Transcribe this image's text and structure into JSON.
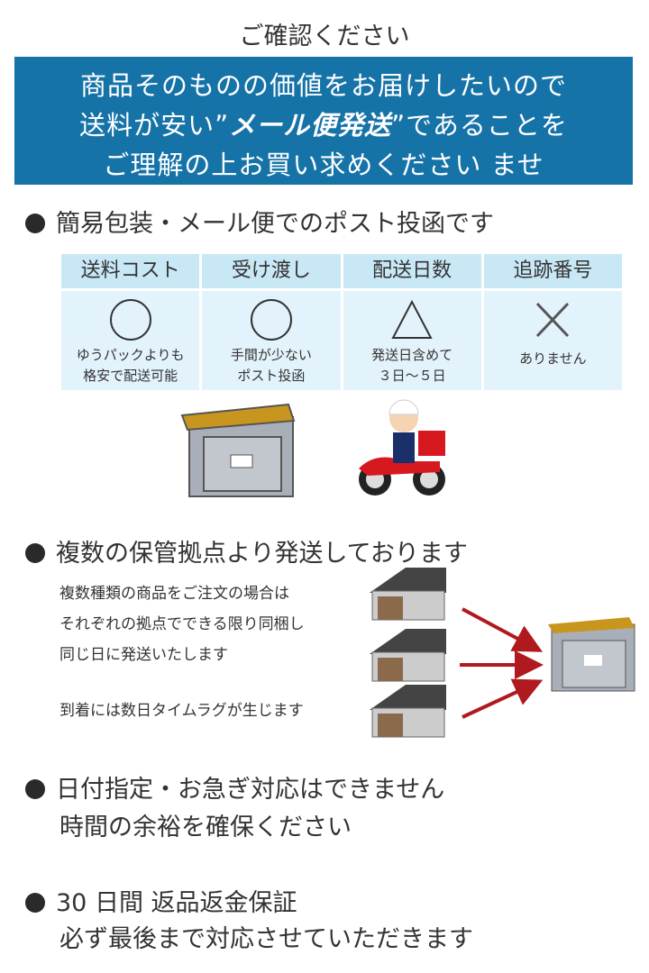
{
  "title": "ご確認ください",
  "banner": {
    "line1": "商品そのものの価値をお届けしたいので",
    "line2_pre": "送料が安い”",
    "line2_bold": "メール便発送",
    "line2_post": "”であることを",
    "line3": "ご理解の上お買い求めください ませ"
  },
  "sections": [
    {
      "heading": "簡易包装・メール便でのポスト投函です"
    },
    {
      "heading": "複数の保管拠点より発送しております",
      "notes": [
        "複数種類の商品をご注文の場合は",
        "それぞれの拠点でできる限り同梱し",
        "同じ日に発送いたします",
        "到着には数日タイムラグが生じます"
      ]
    },
    {
      "heading": "日付指定・お急ぎ対応はできません",
      "sub": "時間の余裕を確保ください"
    },
    {
      "heading": "30 日間 返品返金保証",
      "sub": "必ず最後まで対応させていただきます"
    }
  ],
  "table": {
    "headers": [
      "送料コスト",
      "受け渡し",
      "配送日数",
      "追跡番号"
    ],
    "cells": [
      {
        "icon": "circle",
        "l1": "ゆうパックよりも",
        "l2": "格安で配送可能"
      },
      {
        "icon": "circle",
        "l1": "手間が少ない",
        "l2": "ポスト投函"
      },
      {
        "icon": "triangle",
        "l1": "発送日含めて",
        "l2": "３日〜５日"
      },
      {
        "icon": "cross",
        "l1": "ありません",
        "l2": ""
      }
    ]
  },
  "colors": {
    "banner": "#1673a8",
    "header_cell": "#c9e8f6",
    "body_cell": "#e3f3fb",
    "arrow": "#b0191e"
  }
}
